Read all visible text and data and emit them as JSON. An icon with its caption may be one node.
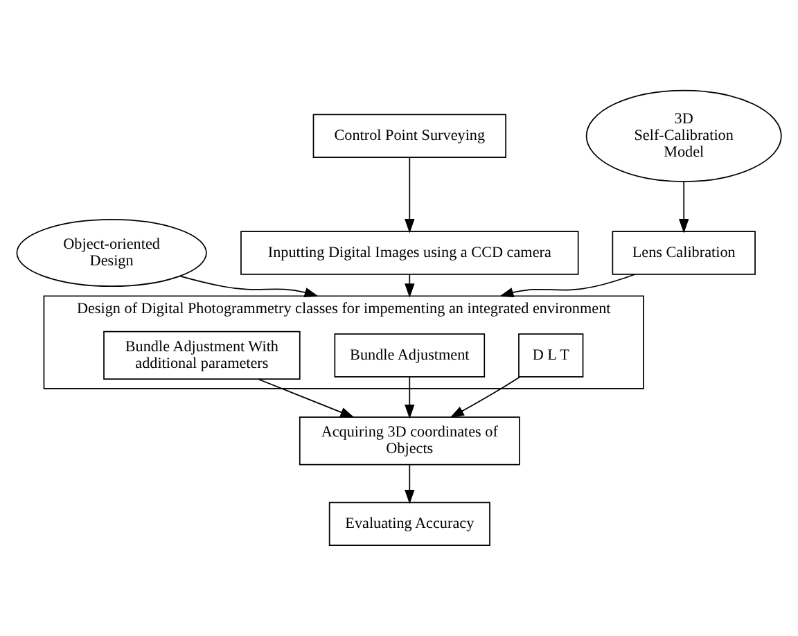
{
  "diagram": {
    "nodes": [
      {
        "text": [
          "Object-oriented Design"
        ]
      },
      {
        "text": [
          "Control Point Surveying"
        ]
      },
      {
        "text": [
          "3D Self-Calibration Model"
        ]
      },
      {
        "text": [
          "Inputting Digital Images using a CCD camera"
        ]
      },
      {
        "text": [
          "Lens Calibration"
        ]
      },
      {
        "text": [
          "Design of Digital Photogrammetry classes for impementing an integrated environment"
        ]
      },
      {
        "text": [
          "D L T"
        ],
        "in": 5
      },
      {
        "text": [
          "Bundle Adjustment"
        ],
        "in": 5
      },
      {
        "text": [
          "Bundle Adjustment With additional parameters"
        ],
        "in": 5
      },
      {
        "text": [
          "Acquiring 3D coordinates of Objects"
        ]
      },
      {
        "text": [
          "Evaluating Accuracy"
        ]
      }
    ],
    "edges": [
      {
        "from": 1,
        "to": 3,
        "arrow": "to"
      },
      {
        "from": 2,
        "to": 4,
        "arrow": "to"
      },
      {
        "from": 0,
        "to": 5,
        "arrow": "to"
      },
      {
        "from": 3,
        "to": 5,
        "arrow": "to"
      },
      {
        "from": 4,
        "to": 5,
        "arrow": "to"
      },
      {
        "from": 6,
        "to": 9,
        "arrow": "to"
      },
      {
        "from": 7,
        "to": 9,
        "arrow": "to"
      },
      {
        "from": 8,
        "to": 9,
        "arrow": "to"
      },
      {
        "from": 9,
        "to": 10,
        "arrow": "to"
      }
    ]
  }
}
